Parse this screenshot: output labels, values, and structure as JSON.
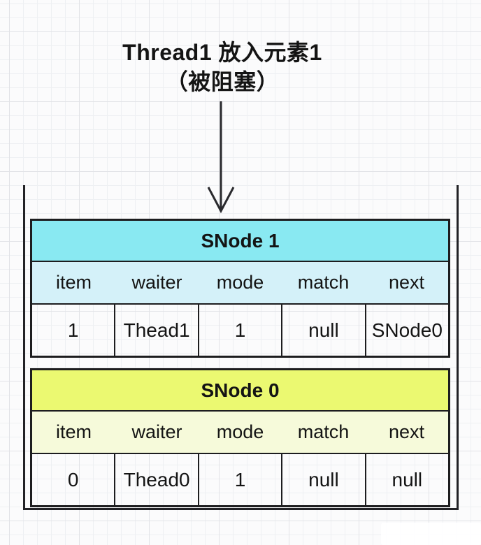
{
  "annotation": {
    "line1": "Thread1 放入元素1",
    "line2": "（被阻塞）"
  },
  "arrow": {
    "name": "down-arrow",
    "color": "#2a2a2e"
  },
  "bracket": {
    "shape": "open-top-container",
    "color": "#222226"
  },
  "tables": [
    {
      "name": "SNode 1",
      "header_color": "#89e9f2",
      "columns_row_color": "#d4f1f9",
      "columns": [
        "item",
        "waiter",
        "mode",
        "match",
        "next"
      ],
      "values": [
        "1",
        "Thead1",
        "1",
        "null",
        "SNode0"
      ]
    },
    {
      "name": "SNode 0",
      "header_color": "#ebf971",
      "columns_row_color": "#f6fada",
      "columns": [
        "item",
        "waiter",
        "mode",
        "match",
        "next"
      ],
      "values": [
        "0",
        "Thead0",
        "1",
        "null",
        "null"
      ]
    }
  ]
}
